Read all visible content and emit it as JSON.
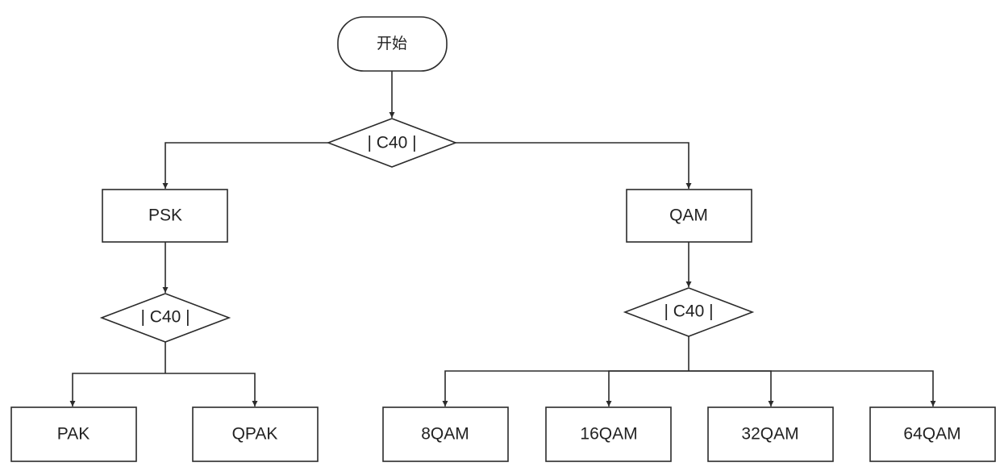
{
  "diagram": {
    "start": "开始",
    "decision_top": "| C40 |",
    "psk": "PSK",
    "qam": "QAM",
    "decision_left": "| C40 |",
    "decision_right": "| C40 |",
    "pak": "PAK",
    "qpak": "QPAK",
    "qam8": "8QAM",
    "qam16": "16QAM",
    "qam32": "32QAM",
    "qam64": "64QAM"
  },
  "colors": {
    "stroke": "#2b2b2b",
    "fill": "#ffffff",
    "text": "#222222"
  }
}
